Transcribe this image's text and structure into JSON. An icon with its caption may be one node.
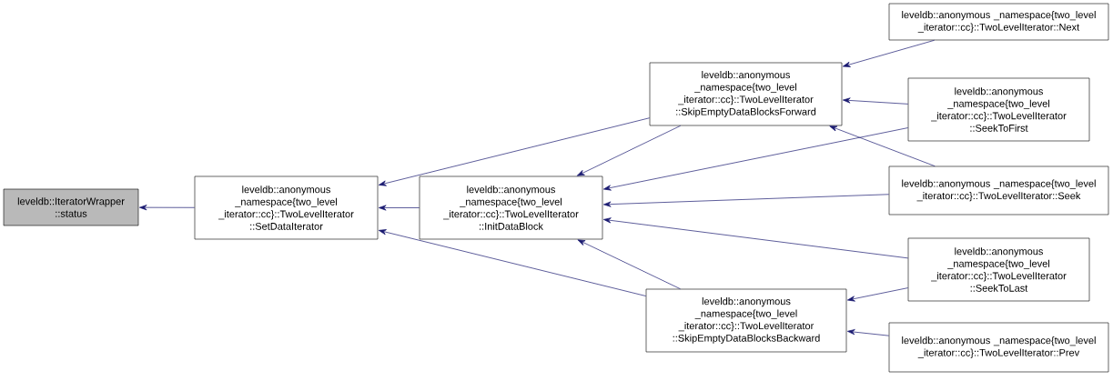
{
  "diagram": {
    "nodes": [
      {
        "text": [
          "leveldb::IteratorWrapper ::status"
        ]
      },
      {
        "text": [
          "leveldb::anonymous _namespace{two_level _iterator::cc}::TwoLevelIterator ::SetDataIterator"
        ]
      },
      {
        "text": [
          "leveldb::anonymous _namespace{two_level _iterator::cc}::TwoLevelIterator ::InitDataBlock"
        ]
      },
      {
        "text": [
          "leveldb::anonymous _namespace{two_level _iterator::cc}::TwoLevelIterator ::SkipEmptyDataBlocksForward"
        ]
      },
      {
        "text": [
          "leveldb::anonymous _namespace{two_level _iterator::cc}::TwoLevelIterator ::SkipEmptyDataBlocksBackward"
        ]
      },
      {
        "text": [
          "leveldb::anonymous _namespace{two_level _iterator::cc}::TwoLevelIterator::Next"
        ]
      },
      {
        "text": [
          "leveldb::anonymous _namespace{two_level _iterator::cc}::TwoLevelIterator ::SeekToFirst"
        ]
      },
      {
        "text": [
          "leveldb::anonymous _namespace{two_level _iterator::cc}::TwoLevelIterator::Seek"
        ]
      },
      {
        "text": [
          "leveldb::anonymous _namespace{two_level _iterator::cc}::TwoLevelIterator ::SeekToLast"
        ]
      },
      {
        "text": [
          "leveldb::anonymous _namespace{two_level _iterator::cc}::TwoLevelIterator::Prev"
        ]
      }
    ],
    "edges": [
      {
        "from": 1,
        "to": 0,
        "arrow": "to"
      },
      {
        "from": 2,
        "to": 1,
        "arrow": "to"
      },
      {
        "from": 3,
        "to": 1,
        "arrow": "to"
      },
      {
        "from": 4,
        "to": 1,
        "arrow": "to"
      },
      {
        "from": 3,
        "to": 2,
        "arrow": "to"
      },
      {
        "from": 4,
        "to": 2,
        "arrow": "to"
      },
      {
        "from": 6,
        "to": 2,
        "arrow": "to"
      },
      {
        "from": 7,
        "to": 2,
        "arrow": "to"
      },
      {
        "from": 8,
        "to": 2,
        "arrow": "to"
      },
      {
        "from": 5,
        "to": 3,
        "arrow": "to"
      },
      {
        "from": 6,
        "to": 3,
        "arrow": "to"
      },
      {
        "from": 7,
        "to": 3,
        "arrow": "to"
      },
      {
        "from": 8,
        "to": 4,
        "arrow": "to"
      },
      {
        "from": 9,
        "to": 4,
        "arrow": "to"
      }
    ]
  }
}
